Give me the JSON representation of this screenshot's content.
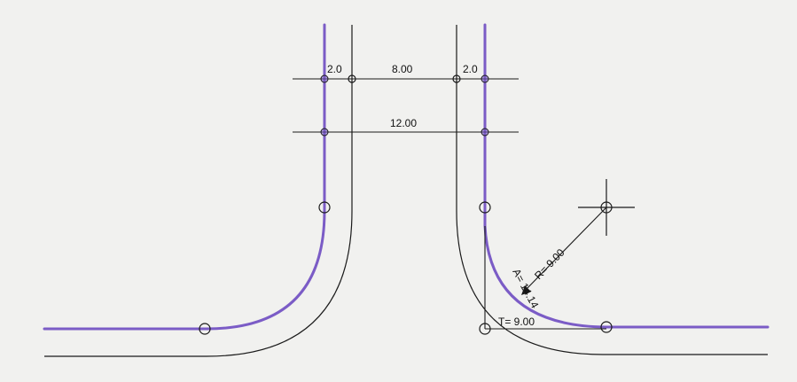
{
  "labels": {
    "dim_left": "2.0",
    "dim_mid": "8.00",
    "dim_right": "2.0",
    "dim_total": "12.00",
    "radius": "R= 9.00",
    "arc": "A= 14.14",
    "tangent": "T= 9.00"
  },
  "colors": {
    "curb_line": "#7b5cc6",
    "ink": "#1a1a1a",
    "paper": "#f1f1ef"
  }
}
